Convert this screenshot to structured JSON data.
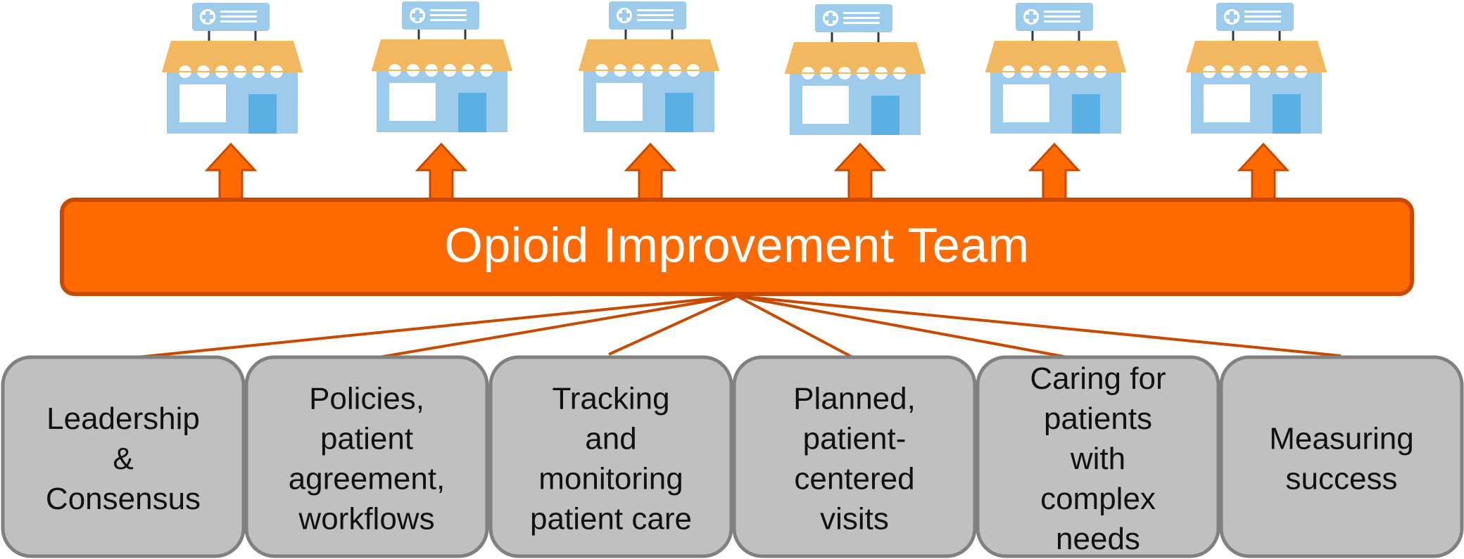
{
  "diagram": {
    "team_label": "Opioid Improvement Team",
    "store_icon_name": "clinic-store-icon",
    "colors": {
      "team_fill": "#FF6A00",
      "team_stroke": "#C84A00",
      "arrow_fill": "#FF6A00",
      "arrow_stroke": "#C84A00",
      "connector": "#C84A00",
      "box_fill": "#C0C0C0",
      "box_stroke": "#808080",
      "awning": "#F2B860",
      "building": "#9CCBEC",
      "door": "#5AAFE4",
      "sign": "#9CCBEC"
    },
    "clinic_count": 6,
    "components": [
      {
        "lines": [
          "Leadership",
          "&",
          "Consensus"
        ]
      },
      {
        "lines": [
          "Policies,",
          "patient",
          "agreement,",
          "workflows"
        ]
      },
      {
        "lines": [
          "Tracking",
          "and",
          "monitoring",
          "patient care"
        ]
      },
      {
        "lines": [
          "Planned,",
          "patient-",
          "centered",
          "visits"
        ]
      },
      {
        "lines": [
          "Caring for",
          "patients",
          "with",
          "complex",
          "needs"
        ]
      },
      {
        "lines": [
          "Measuring",
          "success"
        ]
      }
    ]
  }
}
